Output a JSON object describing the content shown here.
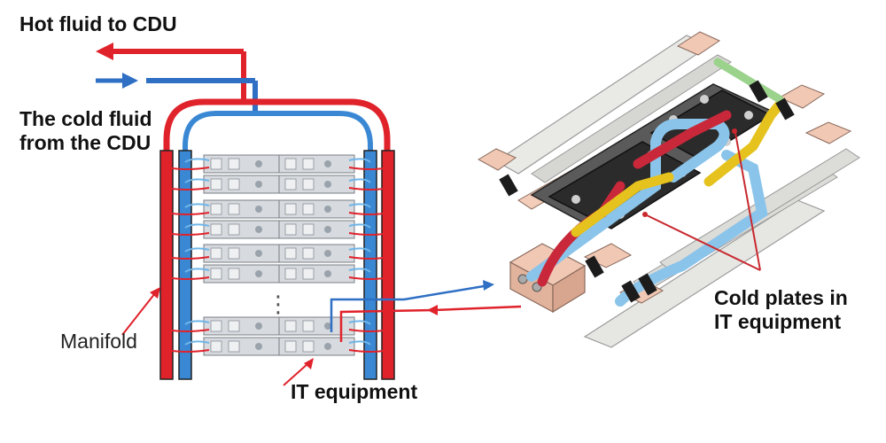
{
  "labels": {
    "hot_fluid": "Hot fluid to CDU",
    "cold_fluid_line1": "The cold fluid",
    "cold_fluid_line2": "from the CDU",
    "manifold": "Manifold",
    "it_equipment": "IT equipment",
    "cold_plates_line1": "Cold plates in",
    "cold_plates_line2": "IT equipment"
  },
  "colors": {
    "hot": "#e0222b",
    "cold": "#2f6fc4",
    "cold_light": "#6fb5e8",
    "server_face": "#d7dade",
    "tray_frame": "#f0c8b4",
    "cold_plate": "#2b2b2b",
    "hose_red": "#c8283a",
    "hose_yellow": "#e6c21e",
    "hose_blue": "#8ac4ea"
  },
  "rack": {
    "ellipsis": "⋮"
  }
}
